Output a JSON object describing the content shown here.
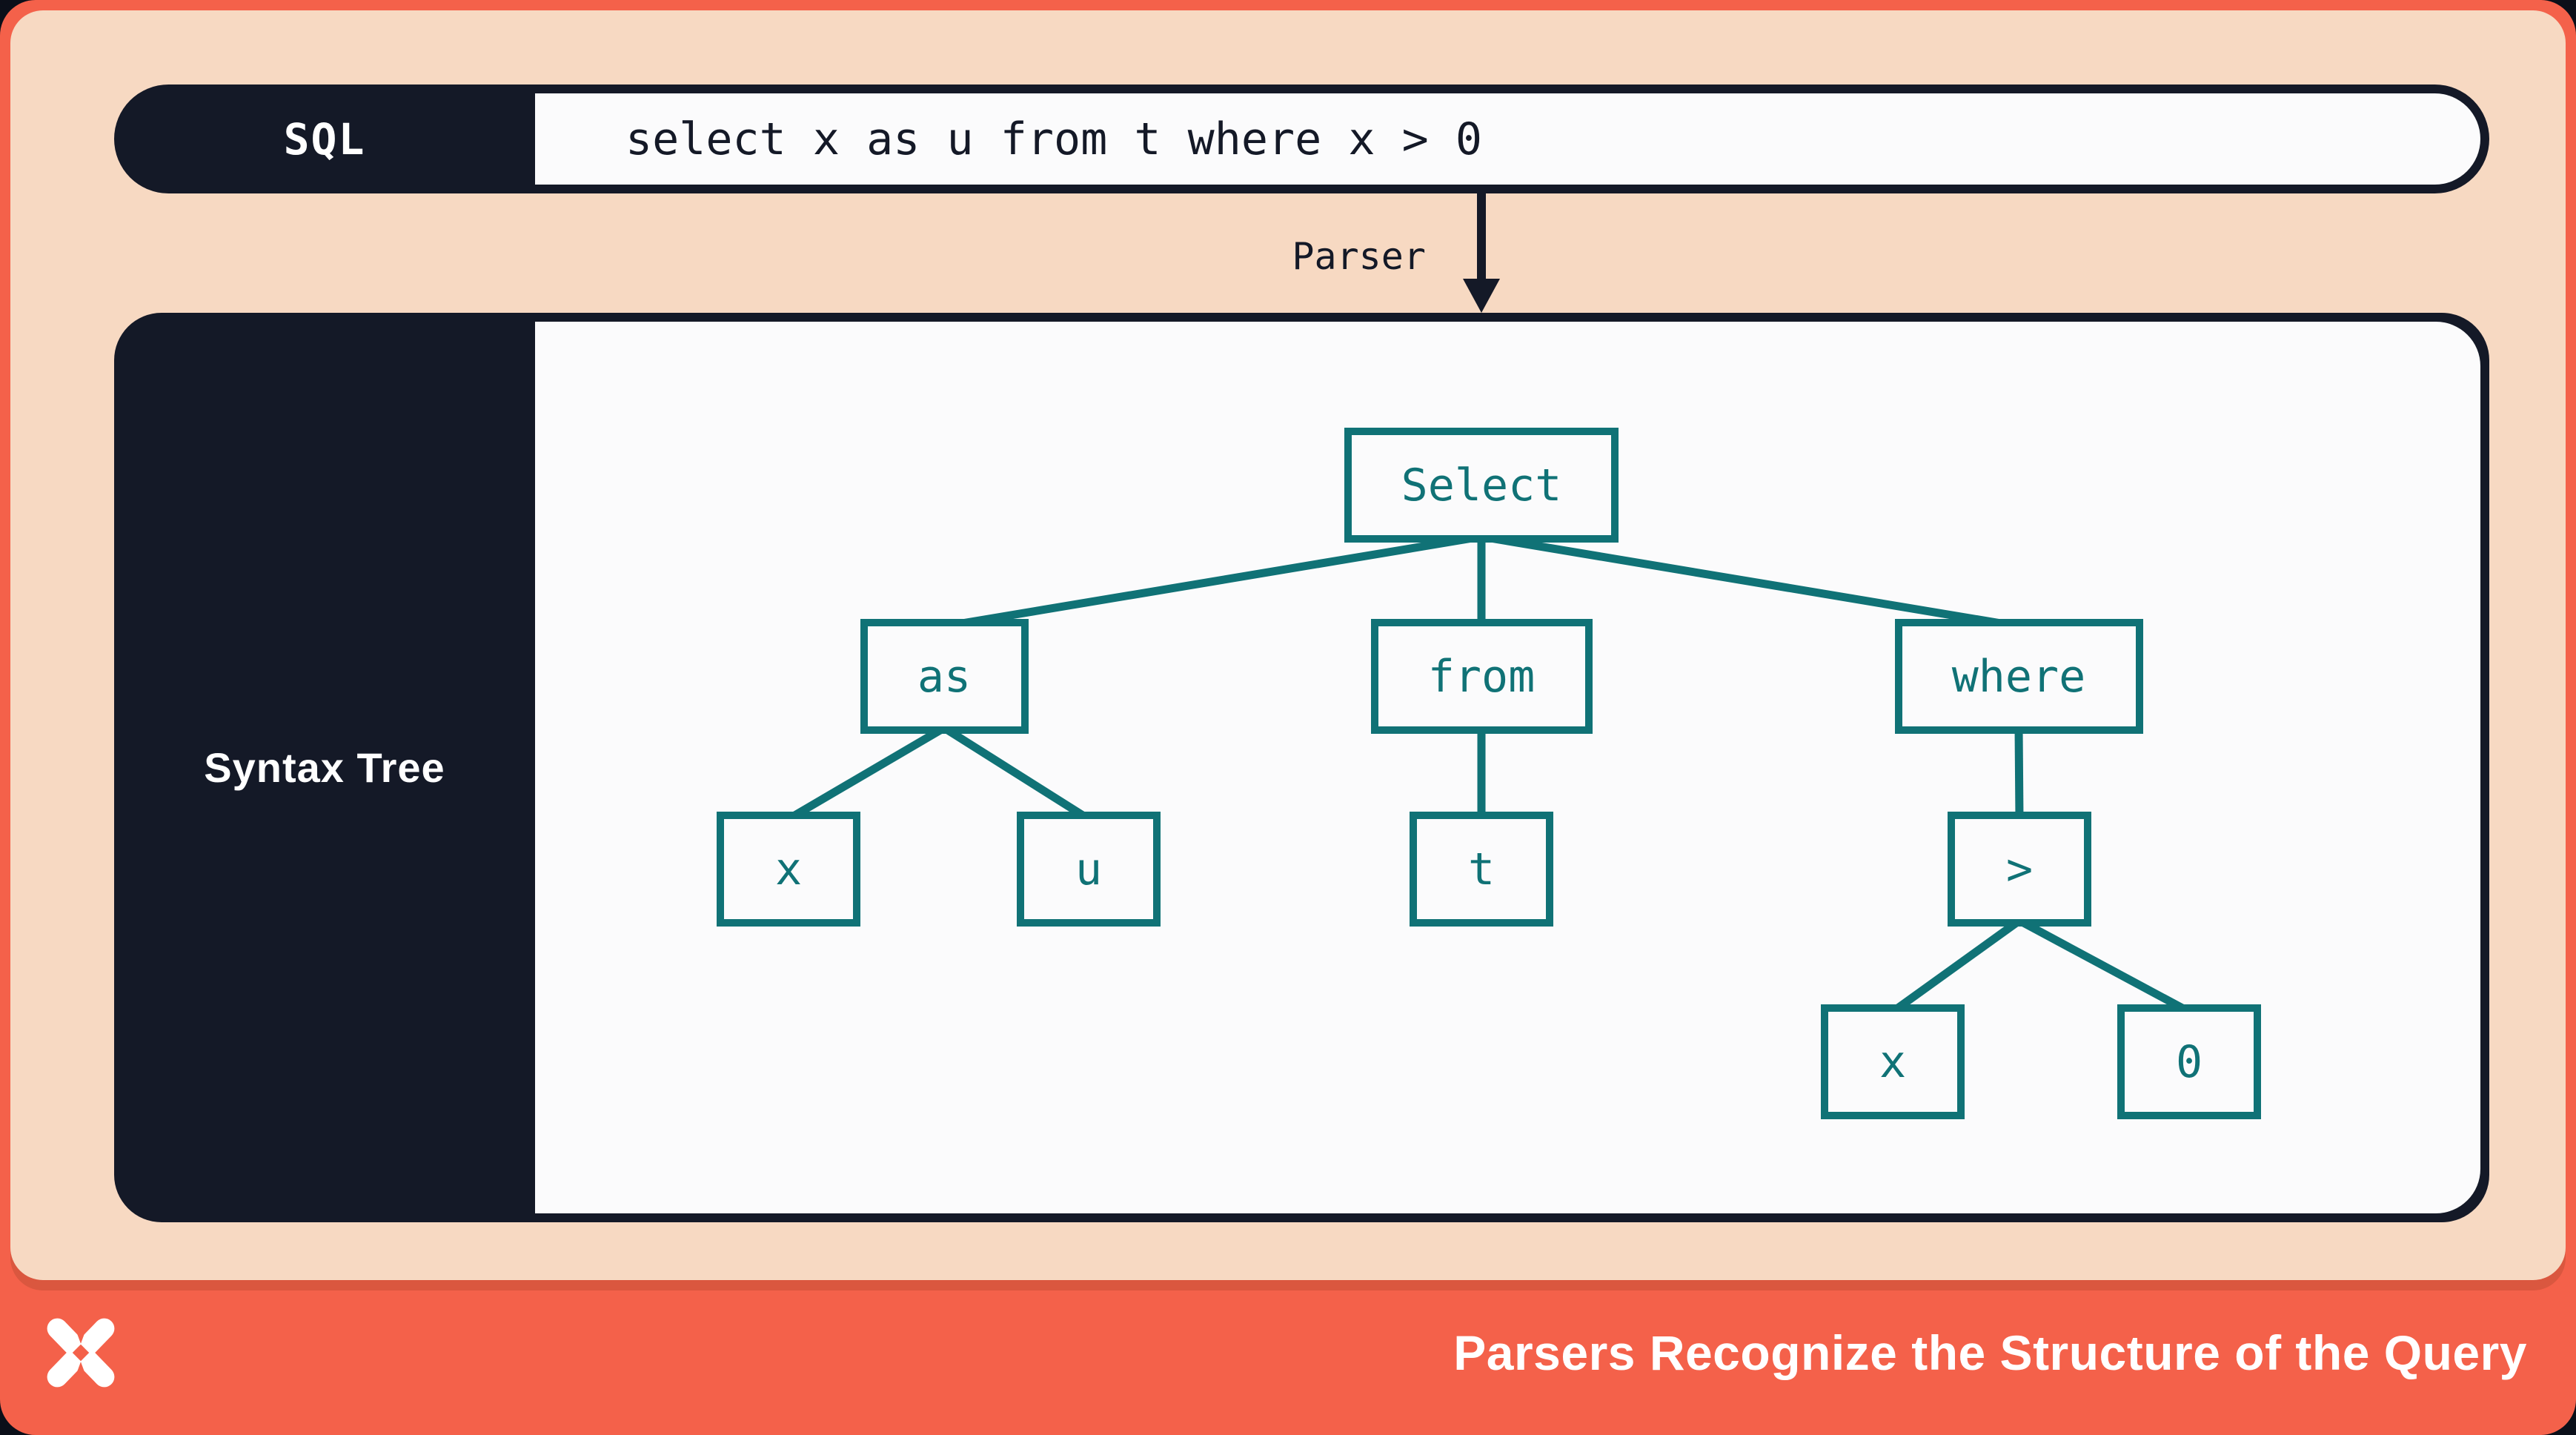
{
  "colors": {
    "frame_orange": "#F4614A",
    "peach": "#F7D9C2",
    "dark_navy": "#141927",
    "teal": "#107276",
    "panel_white": "#FBFBFC",
    "white": "#FFFFFF"
  },
  "sql_bar": {
    "label": "SQL",
    "query": "select x as u from t where x > 0"
  },
  "parser": {
    "label": "Parser"
  },
  "syntax_panel": {
    "label": "Syntax Tree"
  },
  "tree": {
    "nodes": [
      {
        "id": "select",
        "label": "Select"
      },
      {
        "id": "as",
        "label": "as"
      },
      {
        "id": "from",
        "label": "from"
      },
      {
        "id": "where",
        "label": "where"
      },
      {
        "id": "x1",
        "label": "x"
      },
      {
        "id": "u",
        "label": "u"
      },
      {
        "id": "t",
        "label": "t"
      },
      {
        "id": "gt",
        "label": ">"
      },
      {
        "id": "x2",
        "label": "x"
      },
      {
        "id": "zero",
        "label": "0"
      }
    ],
    "edges": [
      [
        "select",
        "as"
      ],
      [
        "select",
        "from"
      ],
      [
        "select",
        "where"
      ],
      [
        "as",
        "x1"
      ],
      [
        "as",
        "u"
      ],
      [
        "from",
        "t"
      ],
      [
        "where",
        "gt"
      ],
      [
        "gt",
        "x2"
      ],
      [
        "gt",
        "zero"
      ]
    ]
  },
  "footer": {
    "logo": "x-pinwheel-logo",
    "title": "Parsers Recognize the Structure of the Query"
  }
}
